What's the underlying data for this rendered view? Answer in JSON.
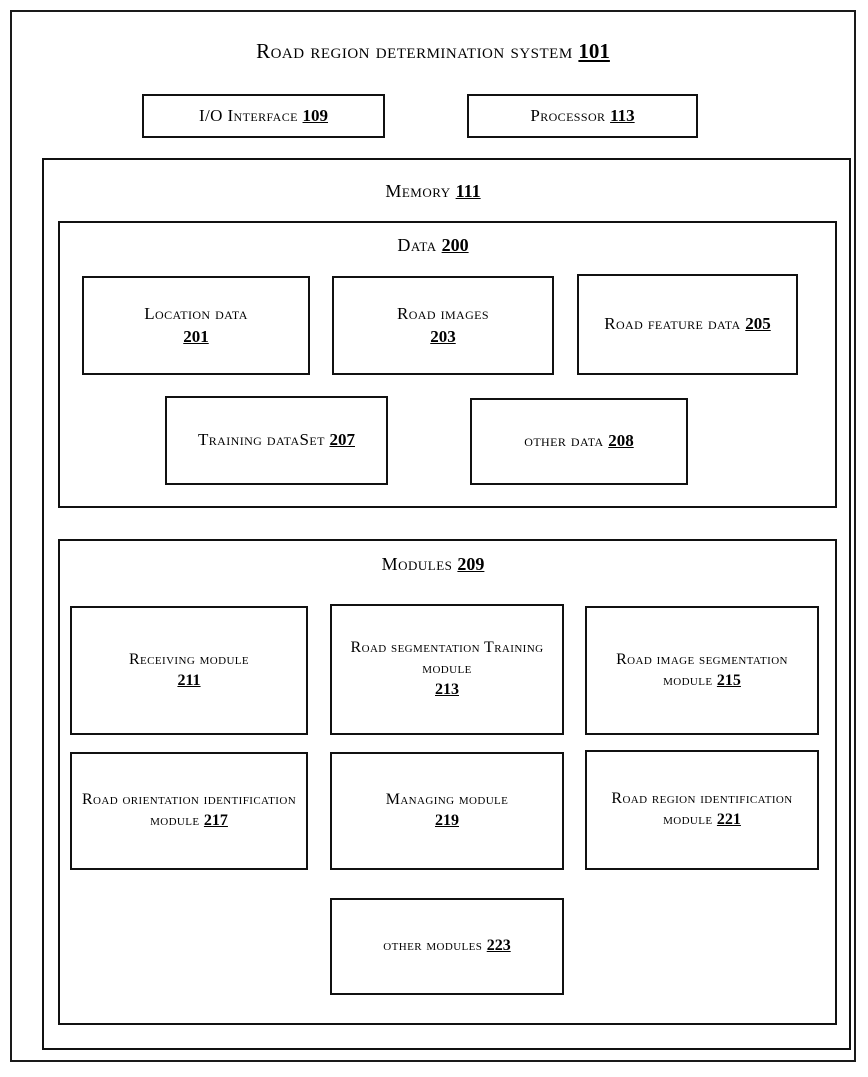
{
  "figure": {
    "system_title": "Road region determination system",
    "system_ref": "101"
  },
  "top_components": [
    {
      "name": "io-interface",
      "label": "I/O Interface",
      "ref": "109"
    },
    {
      "name": "processor",
      "label": "Processor",
      "ref": "113"
    }
  ],
  "memory": {
    "label": "Memory",
    "ref": "111",
    "data": {
      "label": "Data",
      "ref": "200",
      "items": [
        {
          "name": "location-data",
          "label": "Location data",
          "ref": "201"
        },
        {
          "name": "road-images",
          "label": "Road images",
          "ref": "203"
        },
        {
          "name": "road-feature-data",
          "label": "Road feature data",
          "ref": "205"
        },
        {
          "name": "training-dataset",
          "label": "Training dataSet",
          "ref": "207"
        },
        {
          "name": "other-data",
          "label": "other data",
          "ref": "208"
        }
      ]
    },
    "modules": {
      "label": "Modules",
      "ref": "209",
      "items": [
        {
          "name": "receiving-module",
          "label": "Receiving module",
          "ref": "211"
        },
        {
          "name": "road-segmentation-training-module",
          "label": "Road segmentation Training module",
          "ref": "213"
        },
        {
          "name": "road-image-segmentation-module",
          "label": "Road image segmentation module",
          "ref": "215"
        },
        {
          "name": "road-orientation-identification-module",
          "label": "Road orientation identification module",
          "ref": "217"
        },
        {
          "name": "managing-module",
          "label": "Managing module",
          "ref": "219"
        },
        {
          "name": "road-region-identification-module",
          "label": "Road region identification module",
          "ref": "221"
        },
        {
          "name": "other-modules",
          "label": "other modules",
          "ref": "223"
        }
      ]
    }
  },
  "colors": {
    "ink": "#111111",
    "paper": "#ffffff"
  }
}
